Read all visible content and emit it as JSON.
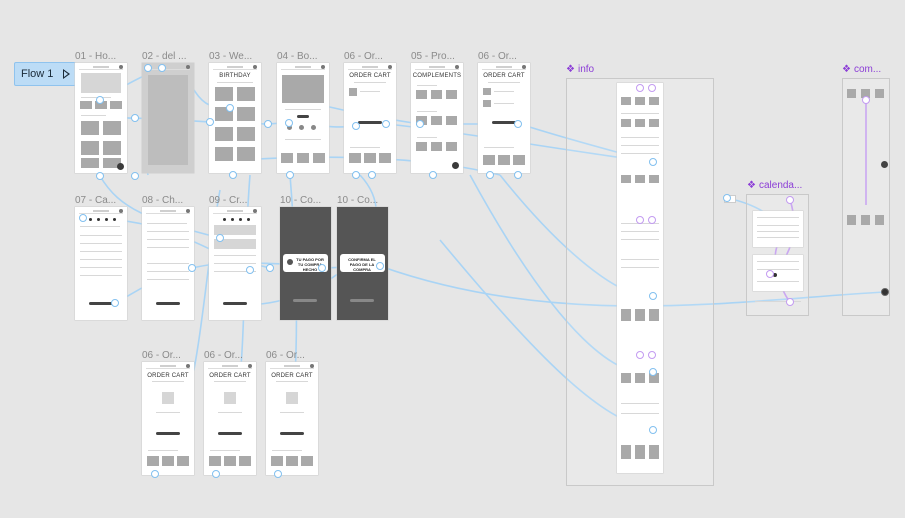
{
  "flow": {
    "label": "Flow 1"
  },
  "frames": [
    {
      "title": "01 - Ho...",
      "heading": ""
    },
    {
      "title": "02 - del ...",
      "heading": ""
    },
    {
      "title": "03 - We...",
      "heading": "BIRTHDAY"
    },
    {
      "title": "04 - Bo...",
      "heading": ""
    },
    {
      "title": "06 - Or...",
      "heading": "ORDER CART"
    },
    {
      "title": "05 - Pro...",
      "heading": "COMPLEMENTS"
    },
    {
      "title": "06 - Or...",
      "heading": "ORDER CART"
    },
    {
      "title": "07 - Ca...",
      "heading": ""
    },
    {
      "title": "08 - Ch...",
      "heading": ""
    },
    {
      "title": "09 - Cr...",
      "heading": ""
    },
    {
      "title": "10 - Co...",
      "heading": ""
    },
    {
      "title": "10 - Co...",
      "heading": ""
    },
    {
      "title": "06 - Or...",
      "heading": "ORDER CART"
    },
    {
      "title": "06 - Or...",
      "heading": "ORDER CART"
    },
    {
      "title": "06 - Or...",
      "heading": "ORDER CART"
    }
  ],
  "modals": {
    "purchase_done": "TU PAGO POR TU COMPRA HECHO",
    "confirm_payment": "CONFIRMA EL PAGO DE LA COMPRA"
  },
  "sections": [
    {
      "title": "info"
    },
    {
      "title": "calenda..."
    },
    {
      "title": "com..."
    }
  ],
  "colors": {
    "canvas": "#e6e6e6",
    "flow_line": "#a9d4f5",
    "flow_badge": "#bcdcf6",
    "section_accent": "#8b3dd6",
    "section_line": "#c39bf1"
  }
}
